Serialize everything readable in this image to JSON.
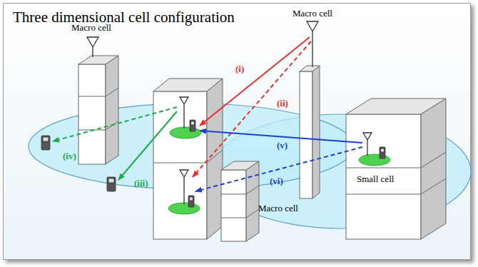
{
  "diagram": {
    "title": "Three dimensional cell configuration",
    "labels": [
      "Macro cell",
      "Macro cell",
      "(i)",
      "(ii)",
      "(iv)",
      "(iii)",
      "(v)",
      "(vi)",
      "Small cell",
      "Macro cell"
    ]
  }
}
